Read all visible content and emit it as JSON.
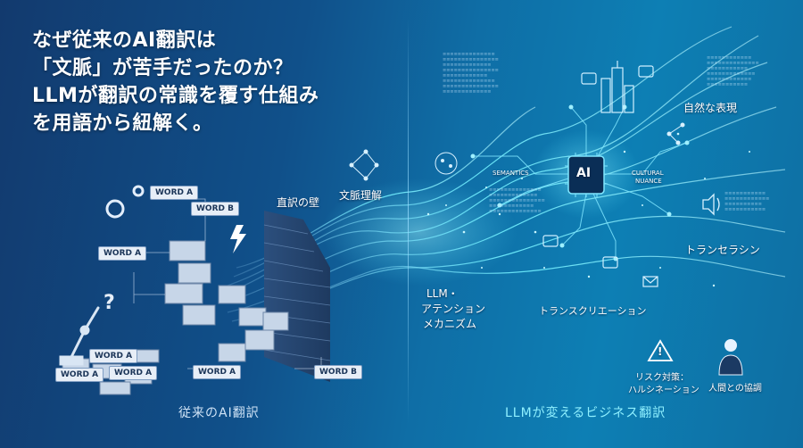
{
  "headline": {
    "line1": "なぜ従来のAI翻訳は",
    "line2": "「文脈」が苦手だったのか？",
    "line3": "LLMが翻訳の常識を覆す仕組み",
    "line4": "を用語から紐解く。"
  },
  "left": {
    "section_title": "従来のAI翻訳",
    "wall_label": "直訳の壁",
    "word_tags": [
      "WORD A",
      "WORD B",
      "WORD A",
      "WORD A",
      "WORD A",
      "WORD A",
      "WORD A",
      "WORD B"
    ],
    "question_mark": "?"
  },
  "center": {
    "context_label": "文脈理解",
    "mechanism_line1": "LLM・",
    "mechanism_line2": "アテンション",
    "mechanism_line3": "メカニズム"
  },
  "right": {
    "section_title": "LLMが変えるビジネス翻訳",
    "ai_chip_label": "AI",
    "semantics_label": "SEMANTICS",
    "cultural_line1": "CULTURAL",
    "cultural_line2": "NUANCE",
    "natural_expression": "自然な表現",
    "translation_label": "トランセラシン",
    "transcreation": "トランスクリエーション",
    "risk_line1": "リスク対策：",
    "risk_line2": "ハルシネーション",
    "human_collab": "人間との協調",
    "warning_glyph": "!"
  },
  "colors": {
    "accent_cyan": "#4fe3ff",
    "navy": "#123a6e",
    "brick": "#2b4a72",
    "tag_bg": "#e7eef7"
  },
  "icons": [
    "gear-icon",
    "robot-arm-icon",
    "lightning-icon",
    "ai-chip-icon",
    "city-icon",
    "chat-bubble-icon",
    "speaker-icon",
    "mail-icon",
    "warning-icon",
    "person-icon",
    "network-icon"
  ]
}
